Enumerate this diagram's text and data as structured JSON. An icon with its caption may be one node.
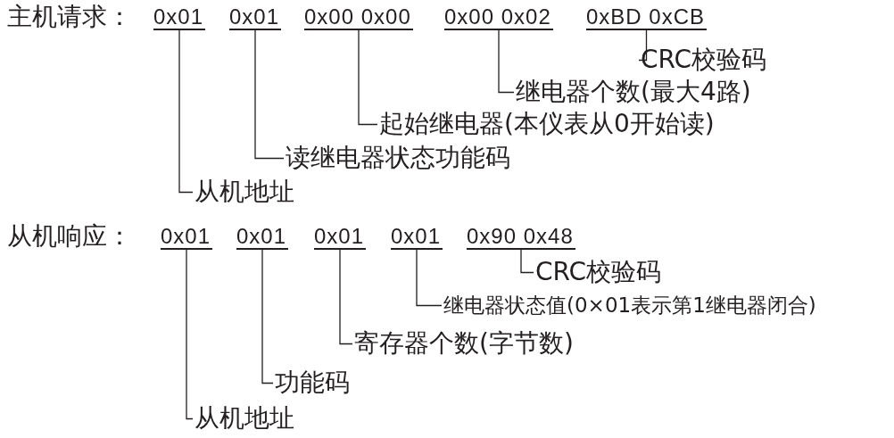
{
  "diagram": {
    "nodes": [
      {
        "text": [
          "0x01"
        ]
      },
      {
        "text": [
          "0x01"
        ]
      },
      {
        "text": [
          "0x00 0x00"
        ]
      },
      {
        "text": [
          "0x00 0x02"
        ]
      },
      {
        "text": [
          "0xBD 0xCB"
        ]
      },
      {
        "text": [
          "CRC校验码"
        ]
      },
      {
        "text": [
          "继电器个数(最大4路)"
        ]
      },
      {
        "text": [
          "起始继电器(本仪表从0开始读)"
        ]
      },
      {
        "text": [
          "读继电器状态功能码"
        ]
      },
      {
        "text": [
          "从机地址"
        ]
      },
      {
        "text": [
          "0x01"
        ]
      },
      {
        "text": [
          "0x01"
        ]
      },
      {
        "text": [
          "0x01"
        ]
      },
      {
        "text": [
          "0x01"
        ]
      },
      {
        "text": [
          "0x90 0x48"
        ]
      },
      {
        "text": [
          "CRC校验码"
        ]
      },
      {
        "text": [
          "继电器状态值(0×01表示第1继电器闭合)"
        ]
      },
      {
        "text": [
          "寄存器个数(字节数)"
        ]
      },
      {
        "text": [
          "功能码"
        ]
      },
      {
        "text": [
          "从机地址"
        ]
      }
    ],
    "edges": [
      {
        "from": 5,
        "to": 4,
        "arrow": "none"
      },
      {
        "from": 6,
        "to": 3,
        "arrow": "none"
      },
      {
        "from": 7,
        "to": 2,
        "arrow": "none"
      },
      {
        "from": 8,
        "to": 1,
        "arrow": "none"
      },
      {
        "from": 9,
        "to": 0,
        "arrow": "none"
      },
      {
        "from": 15,
        "to": 14,
        "arrow": "none"
      },
      {
        "from": 16,
        "to": 13,
        "arrow": "none"
      },
      {
        "from": 17,
        "to": 12,
        "arrow": "none"
      },
      {
        "from": 18,
        "to": 11,
        "arrow": "none"
      },
      {
        "from": 19,
        "to": 10,
        "arrow": "none"
      }
    ],
    "labels": [
      "主机请求：",
      "从机响应："
    ]
  }
}
